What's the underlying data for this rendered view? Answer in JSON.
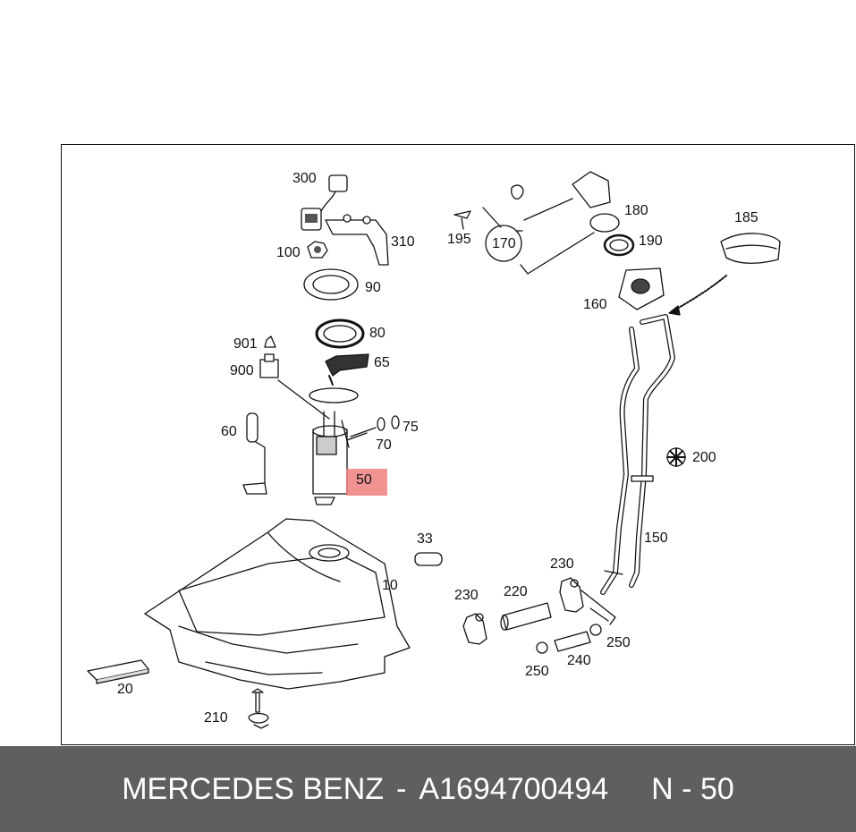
{
  "colors": {
    "footer_bg": "#5f5f5f",
    "highlight": "#f08080",
    "line": "#111111"
  },
  "parts": {
    "p300": "300",
    "p310": "310",
    "p100": "100",
    "p90": "90",
    "p80": "80",
    "p65": "65",
    "p901": "901",
    "p900": "900",
    "p60": "60",
    "p75": "75",
    "p70": "70",
    "p50": "50",
    "p195": "195",
    "p170": "170",
    "p180": "180",
    "p190": "190",
    "p185": "185",
    "p160": "160",
    "p200": "200",
    "p150": "150",
    "p33": "33",
    "p10": "10",
    "p230a": "230",
    "p230b": "230",
    "p220": "220",
    "p250a": "250",
    "p250b": "250",
    "p240": "240",
    "p20": "20",
    "p210": "210"
  },
  "footer": {
    "brand": "MERCEDES BENZ",
    "dash": "-",
    "part_number": "A1694700494",
    "ref": "N - 50"
  }
}
